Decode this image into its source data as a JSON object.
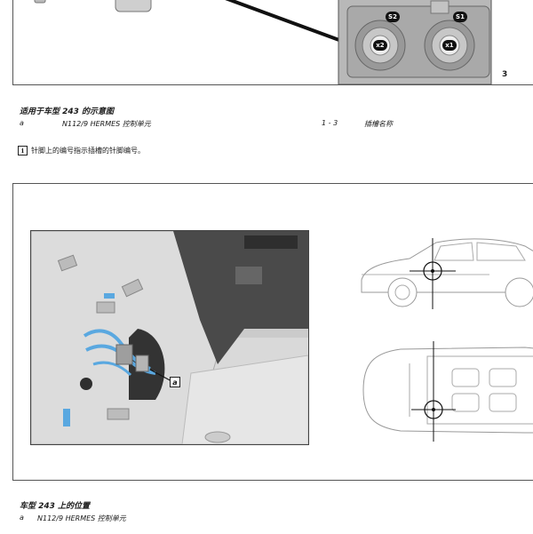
{
  "figure1": {
    "figure_number": "3",
    "connector_labels": [
      "S2",
      "S1",
      "x2",
      "x1"
    ]
  },
  "legend1": {
    "title": "适用于车型 243 的示意图",
    "rows": [
      {
        "key": "a",
        "value": "N112/9 HERMES 控制单元"
      },
      {
        "key": "1 - 3",
        "value": "插槽名称"
      }
    ]
  },
  "note": {
    "icon": "info-icon",
    "icon_glyph": "i",
    "text": "针脚上的编号指示插槽的针脚编号。"
  },
  "figure2": {
    "callout": "a"
  },
  "legend2": {
    "title": "车型 243 上的位置",
    "rows": [
      {
        "key": "a",
        "value": "N112/9 HERMES 控制单元"
      }
    ]
  }
}
